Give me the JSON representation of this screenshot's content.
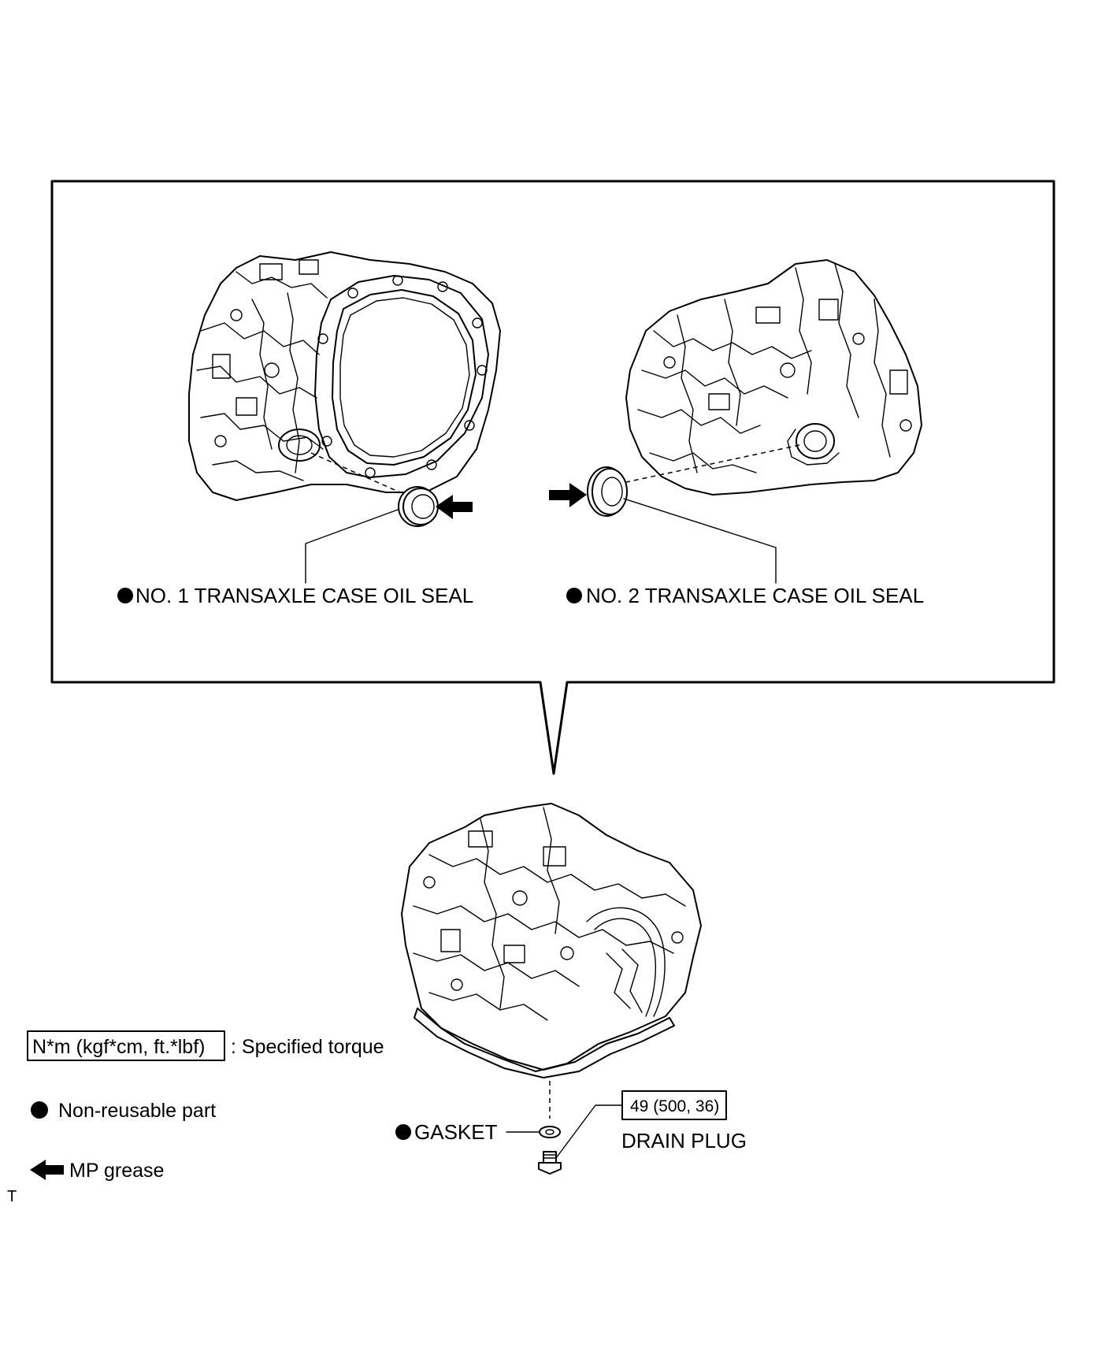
{
  "callouts": {
    "seal_1": "NO. 1 TRANSAXLE CASE OIL SEAL",
    "seal_2": "NO. 2 TRANSAXLE CASE OIL SEAL",
    "gasket": "GASKET",
    "drain_plug": "DRAIN PLUG",
    "drain_plug_torque": "49 (500, 36)"
  },
  "legend": {
    "torque_box": "N*m (kgf*cm, ft.*lbf)",
    "torque_desc": ": Specified torque",
    "non_reusable": "Non-reusable part",
    "mp_grease": "MP grease"
  },
  "corner_mark": "T",
  "icons": {
    "non_reusable_marker": "filled-circle-icon",
    "grease_marker": "arrow-icon"
  }
}
